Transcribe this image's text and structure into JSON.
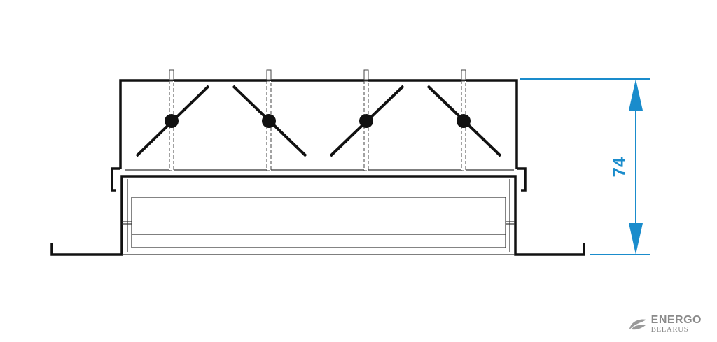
{
  "dimension": {
    "height_label": "74",
    "color": "#1a8ccc"
  },
  "diagram": {
    "blade_count": 4,
    "line_color": "#111111"
  },
  "logo": {
    "line1": "ENERGO",
    "line2": "BELARUS",
    "color": "#8a8a8a",
    "icon": "leaf-icon"
  }
}
